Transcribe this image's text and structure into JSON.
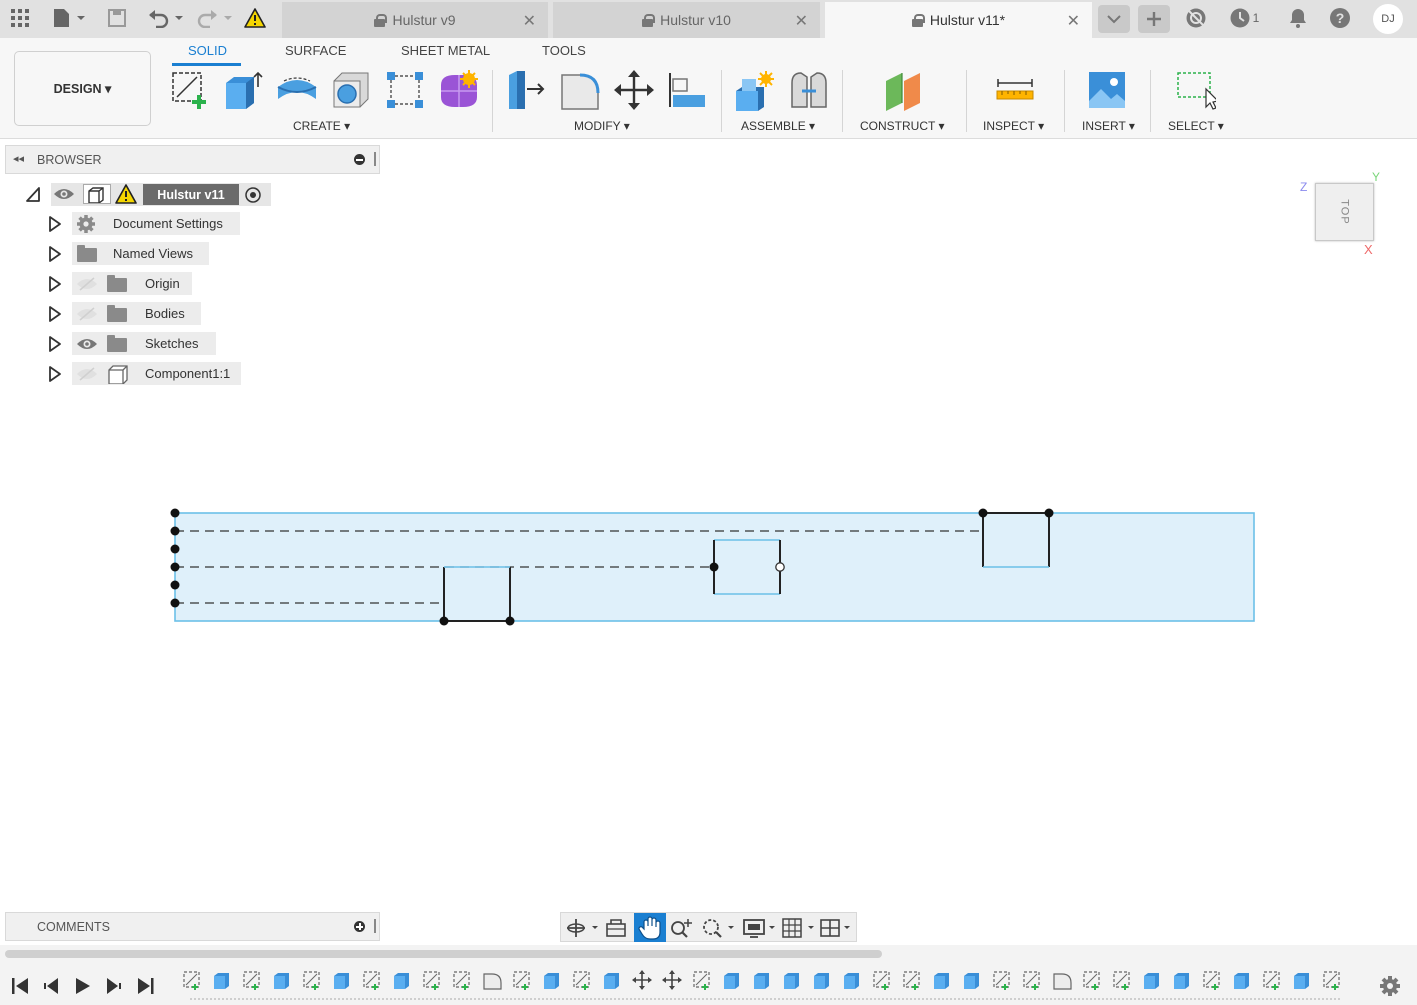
{
  "tabs": [
    {
      "label": "Hulstur v9",
      "locked": true,
      "active": false
    },
    {
      "label": "Hulstur v10",
      "locked": true,
      "active": false
    },
    {
      "label": "Hulstur v11*",
      "locked": true,
      "active": true
    }
  ],
  "titlebar": {
    "warning_icon": "warning-icon",
    "jobs_count": "1",
    "user_initials": "DJ"
  },
  "ribbon": {
    "tabs": [
      "SOLID",
      "SURFACE",
      "SHEET METAL",
      "TOOLS"
    ],
    "active_tab": "SOLID",
    "workspace": "DESIGN ▾",
    "groups": [
      "CREATE ▾",
      "MODIFY ▾",
      "ASSEMBLE ▾",
      "CONSTRUCT ▾",
      "INSPECT ▾",
      "INSERT ▾",
      "SELECT ▾"
    ]
  },
  "browser": {
    "title": "BROWSER",
    "root": "Hulstur v11",
    "items": [
      {
        "label": "Document Settings",
        "icon": "gear-icon"
      },
      {
        "label": "Named Views",
        "icon": "folder-icon"
      },
      {
        "label": "Origin",
        "icon": "folder-icon",
        "visible": false
      },
      {
        "label": "Bodies",
        "icon": "folder-icon",
        "visible": false
      },
      {
        "label": "Sketches",
        "icon": "folder-icon",
        "visible": true
      },
      {
        "label": "Component1:1",
        "icon": "component-icon",
        "visible": false
      }
    ]
  },
  "viewcube": {
    "face": "TOP",
    "axis_x": "X",
    "axis_y": "Y",
    "axis_z": "Z"
  },
  "comments": {
    "title": "COMMENTS"
  },
  "colors": {
    "accent": "#1a7fd1",
    "sketch_fill": "#dff0fa",
    "sketch_edge": "#6cc0e8"
  }
}
